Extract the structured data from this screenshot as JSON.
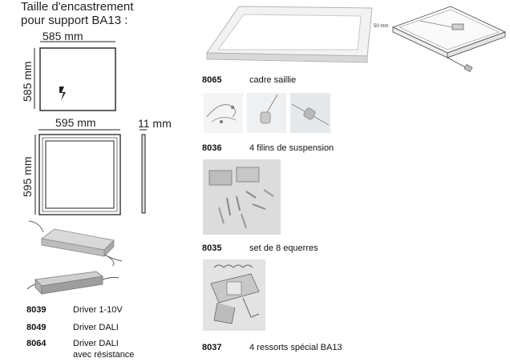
{
  "header": {
    "line1": "Taille d'encastrement",
    "line2": "pour support  BA13 :"
  },
  "cutout": {
    "width_label": "585 mm",
    "height_label": "585 mm"
  },
  "panel": {
    "width_label": "595 mm",
    "height_label": "595 mm",
    "depth_label": "11 mm"
  },
  "surface_frame_drawing": {
    "dimension_label": "50 mm"
  },
  "drivers": [
    {
      "code": "8039",
      "label": "Driver 1-10V"
    },
    {
      "code": "8049",
      "label": "Driver DALI"
    },
    {
      "code": "8064",
      "label": "Driver DALI",
      "label2": "avec résistance"
    }
  ],
  "accessories": [
    {
      "code": "8065",
      "label": "cadre saillie"
    },
    {
      "code": "8036",
      "label": "4 filins de suspension"
    },
    {
      "code": "8035",
      "label": "set de 8 equerres"
    },
    {
      "code": "8037",
      "label": "4 ressorts spécial BA13"
    }
  ]
}
